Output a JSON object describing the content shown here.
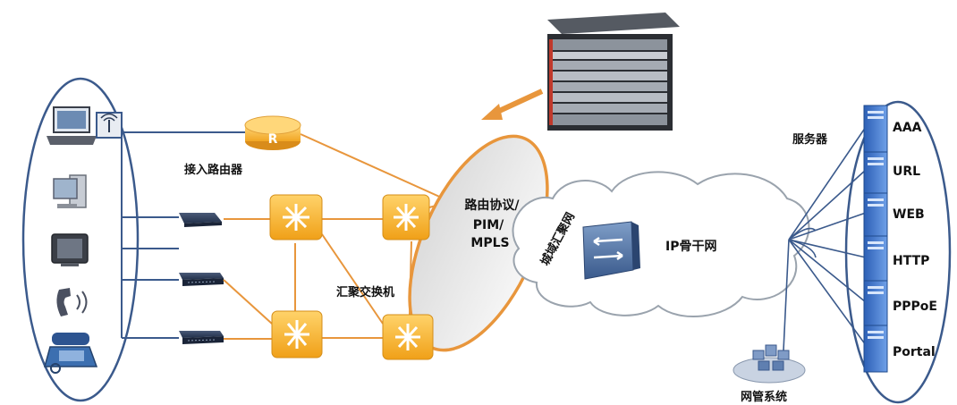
{
  "labels": {
    "access_router": "接入路由器",
    "aggregation_switch": "汇聚交换机",
    "routing_protocols_line1": "路由协议/",
    "routing_protocols_line2": "PIM/",
    "routing_protocols_line3": "MPLS",
    "metro_network": "城域汇聚网",
    "ip_backbone": "IP骨干网",
    "servers": "服务器",
    "nms": "网管系统"
  },
  "servers": [
    {
      "label": "AAA"
    },
    {
      "label": "URL"
    },
    {
      "label": "WEB"
    },
    {
      "label": "HTTP"
    },
    {
      "label": "PPPoE"
    },
    {
      "label": "Portal"
    }
  ],
  "colors": {
    "orange_link": "#e8963c",
    "ellipse_border": "#3b5a8c",
    "switch_fill": "#f5b020",
    "cloud_stroke": "#9aa3ad",
    "server_blue": "#3a6fc7",
    "zone_fill": "#f0f0f0"
  },
  "icons": [
    "laptop-icon",
    "wireless-ap-icon",
    "desktop-pc-icon",
    "crt-monitor-icon",
    "phone-handset-icon",
    "desk-phone-icon",
    "router-icon",
    "access-device-icon",
    "switch-icon",
    "core-router-chassis-icon",
    "metro-switch-icon",
    "server-icon",
    "nms-icon"
  ]
}
